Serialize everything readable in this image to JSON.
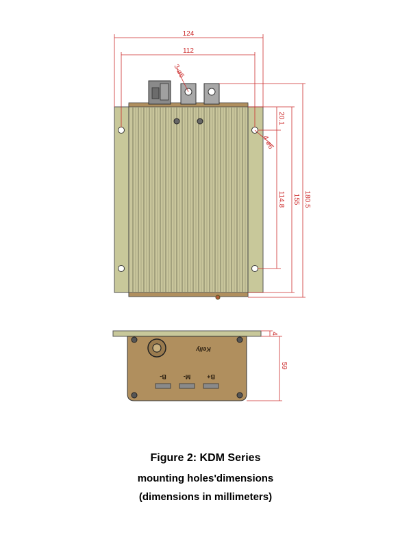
{
  "diagram": {
    "top_view": {
      "dimensions": {
        "overall_width": "124",
        "hole_spacing_width": "112",
        "terminal_holes": "3-ø6",
        "mounting_holes": "4-ø6",
        "hole_offset_top": "20.1",
        "hole_spacing_height": "114.8",
        "body_height": "155",
        "overall_height": "180.5"
      }
    },
    "side_view": {
      "brand_text": "Kelly",
      "terminal_labels": [
        "B-",
        "M-",
        "B+"
      ],
      "dimensions": {
        "flange_thickness": "4",
        "body_height": "59"
      }
    },
    "colors": {
      "flange": "#c8c89a",
      "housing": "#b08f5e",
      "dimension_lines": "#cc2a2a"
    }
  },
  "caption": {
    "line1": "Figure 2: KDM Series",
    "line2": "mounting holes'dimensions",
    "line3": "(dimensions in millimeters)"
  }
}
